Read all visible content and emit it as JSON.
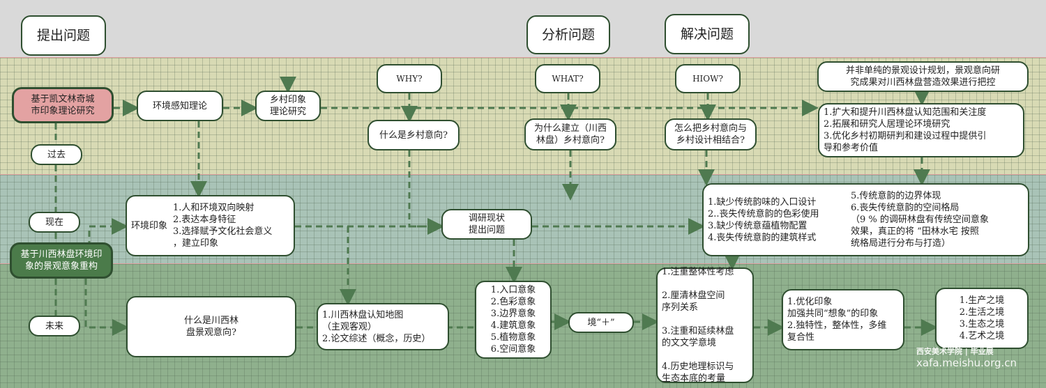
{
  "stages": {
    "propose": "提出问题",
    "analyze": "分析问题",
    "solve": "解决问题"
  },
  "time": {
    "past": "过去",
    "present": "现在",
    "future": "未来"
  },
  "nodes": {
    "lynch": "基于凯文林奇城\n市印象理论研究",
    "perception": "环境感知理论",
    "rural_theory": "乡村印象\n理论研究",
    "why": "WHY?",
    "what": "WHAT?",
    "how": "HIOW?",
    "q_what": "什么是乡村意向?",
    "q_why": "为什么建立（川西\n林盘）乡村意向?",
    "q_how": "怎么把乡村意向与\n乡村设计相结合?",
    "control": "并非单纯的景观设计规划，景观意向研\n究成果对川西林盘营造效果进行把控",
    "goals": "1.扩大和提升川西林盘认知范围和关注度\n2.拓展和研究人居理论环境研究\n3.优化乡村初期研判和建设过程中提供引\n导和参考价值",
    "env_label": "环境印象",
    "env_items": "1.人和环境双向映射\n2.表达本身特征\n3.选择赋予文化社会意义\n，建立印象",
    "chuanxi": "基于川西林盘环境印\n象的景观意象重构",
    "survey": "调研现状\n提出问题",
    "problems_a": "1.缺少传统韵味的入口设计\n2..丧失传统意韵的色彩使用\n3.缺少传统意蕴植物配置\n4.丧失传统意韵的建筑样式",
    "problems_b": "5.传统意韵的边界体现\n6.丧失传统意韵的空间格局\n（9 % 的调研林盘有传统空间意象\n效果，真正的将 “田林水宅 按照\n统格局进行分布与打造）",
    "q_landscape": "什么是川西林\n盘景观意向?",
    "methods": "1.川西林盘认知地图\n（主观客观）\n2.论文综述（概念，历史）",
    "imagery": "1.入口意象\n2.色彩意象\n3.边界意象\n4.建筑意象\n5.植物意象\n6.空间意象",
    "jing_plus": "境“＋”",
    "principles": "1.注重整体性考虑\n\n2.厘清林盘空间\n序列关系\n\n3.注重和延续林盘\n的文文学意境\n\n4.历史地理标识与\n生态本底的考量",
    "optimize": "1.优化印象\n加强共同“想象”的印象\n2.独特性，整体性，多维\n复合性",
    "realms": "1.生产之境\n2.生活之境\n3.生态之境\n4.艺术之境"
  },
  "watermark": {
    "logo": "西安美术学院 | 毕业展",
    "url": "xafa.meishu.org.cn"
  }
}
